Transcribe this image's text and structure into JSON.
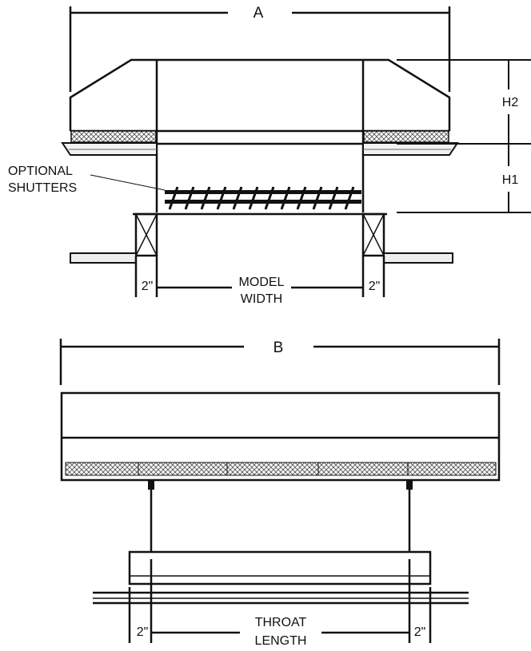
{
  "labels": {
    "dim_a": "A",
    "dim_b": "B",
    "h1": "H1",
    "h2": "H2",
    "optional_shutters_line1": "OPTIONAL",
    "optional_shutters_line2": "SHUTTERS",
    "model_width_line1": "MODEL",
    "model_width_line2": "WIDTH",
    "throat_length_line1": "THROAT",
    "throat_length_line2": "LENGTH",
    "two_inch": "2\""
  },
  "colors": {
    "ink": "#111111",
    "paper": "#ffffff",
    "mesh": "#bdbdbd"
  }
}
